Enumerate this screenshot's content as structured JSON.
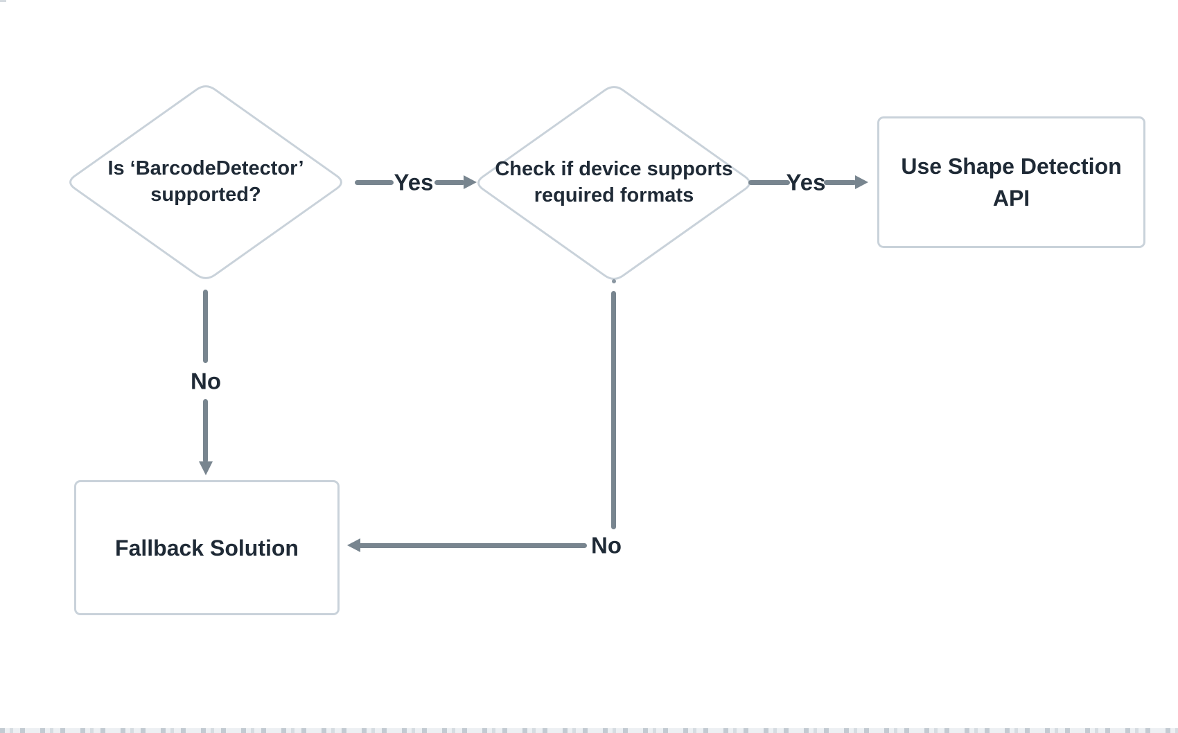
{
  "diagram": {
    "type": "flowchart",
    "colors": {
      "background": "#ffffff",
      "node_border": "#c9d2da",
      "arrow": "#78858f",
      "text": "#1f2a36"
    },
    "nodes": {
      "decision_barcode_supported": {
        "shape": "diamond",
        "label": "Is ‘BarcodeDetector’ supported?"
      },
      "decision_formats": {
        "shape": "diamond",
        "label": "Check if device supports required formats"
      },
      "use_shape_detection": {
        "shape": "rectangle",
        "label": "Use Shape Detection API"
      },
      "fallback": {
        "shape": "rectangle",
        "label": "Fallback Solution"
      }
    },
    "edges": {
      "barcode_yes": {
        "from": "decision_barcode_supported",
        "to": "decision_formats",
        "label": "Yes"
      },
      "formats_yes": {
        "from": "decision_formats",
        "to": "use_shape_detection",
        "label": "Yes"
      },
      "barcode_no": {
        "from": "decision_barcode_supported",
        "to": "fallback",
        "label": "No"
      },
      "formats_no": {
        "from": "decision_formats",
        "to": "fallback",
        "label": "No"
      }
    }
  }
}
